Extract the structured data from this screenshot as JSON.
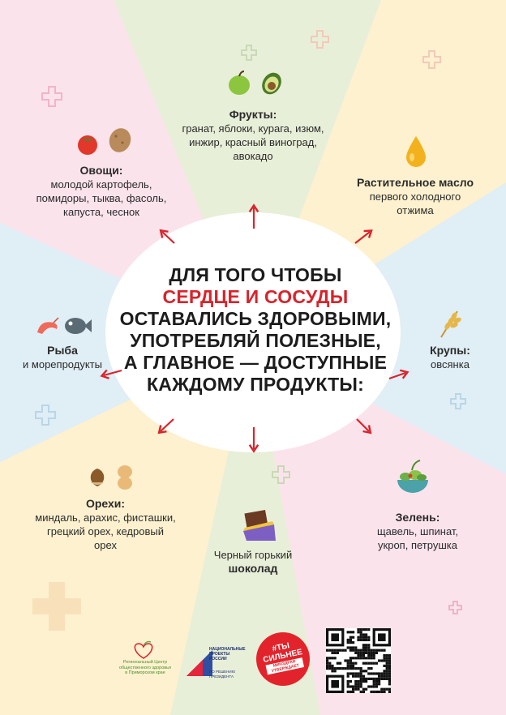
{
  "headline": {
    "line1": "ДЛЯ ТОГО ЧТОБЫ",
    "line2": "СЕРДЦЕ И СОСУДЫ",
    "line3": "ОСТАВАЛИСЬ ЗДОРОВЫМИ,",
    "line4": "УПОТРЕБЛЯЙ ПОЛЕЗНЫЕ,",
    "line5": "А ГЛАВНОЕ — ДОСТУПНЫЕ",
    "line6": "КАЖДОМУ ПРОДУКТЫ:"
  },
  "foods": {
    "fruits": {
      "name": "Фрукты:",
      "l1": "гранат, яблоки, курага, изюм,",
      "l2": "инжир, красный виноград,",
      "l3": "авокадо"
    },
    "veg": {
      "name": "Овощи:",
      "l1": "молодой картофель,",
      "l2": "помидоры, тыква, фасоль,",
      "l3": "капуста, чеснок"
    },
    "oil": {
      "name": "Растительное масло",
      "l1": "первого холодного",
      "l2": "отжима"
    },
    "fish": {
      "name": "Рыба",
      "l1": "и морепродукты"
    },
    "grain": {
      "name": "Крупы:",
      "l1": "овсянка"
    },
    "nuts": {
      "name": "Орехи:",
      "l1": "миндаль, арахис, фисташки,",
      "l2": "грецкий орех, кедровый",
      "l3": "орех"
    },
    "choc": {
      "l1": "Черный горький",
      "name": "шоколад"
    },
    "greens": {
      "name": "Зелень:",
      "l1": "щавель, шпинат,",
      "l2": "укроп, петрушка"
    }
  },
  "footer": {
    "center_l1": "Региональный Центр",
    "center_l2": "общественного здоровья",
    "center_l3": "в Приморском крае",
    "np_l1": "НАЦИОНАЛЬНЫЕ",
    "np_l2": "ПРОЕКТЫ",
    "np_l3": "РОССИИ",
    "np_l4": "ПО РЕШЕНИЮ",
    "np_l5": "ПРЕЗИДЕНТА",
    "badge_l1": "#ТЫ",
    "badge_l2": "СИЛЬНЕЕ",
    "badge_l3": "МИНЗДРАВ",
    "badge_l4": "УТВЕРЖДАЕТ"
  },
  "colors": {
    "pink": "#fbe3ec",
    "green": "#e8efd8",
    "yellow": "#fdf1cf",
    "blue": "#e0eef5",
    "accent_red": "#d9232b"
  }
}
